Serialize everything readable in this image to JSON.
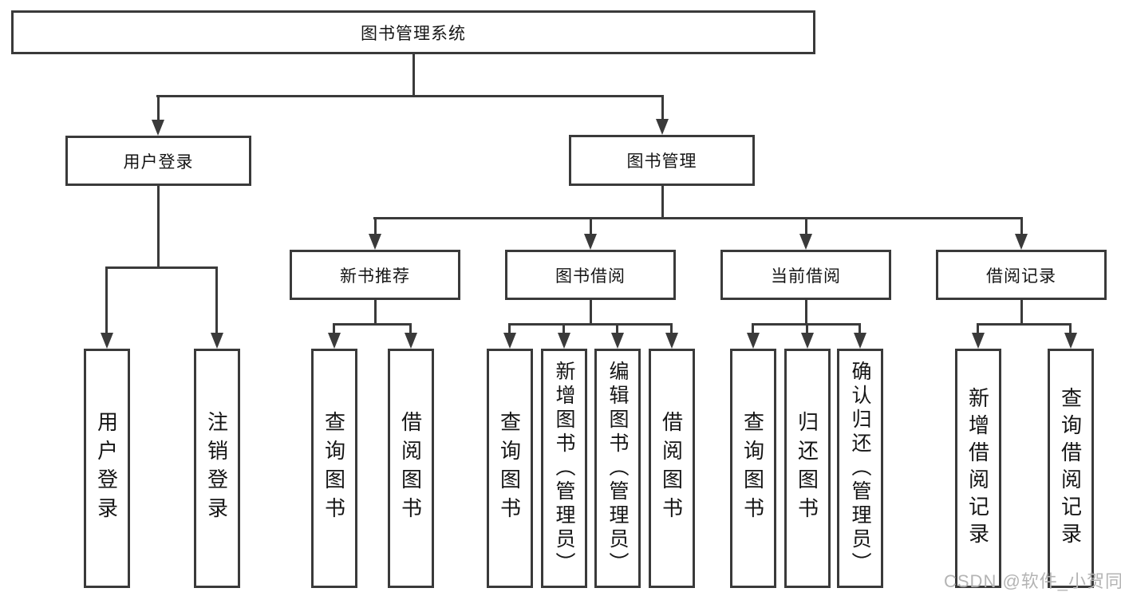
{
  "diagram": {
    "root": {
      "label": "图书管理系统"
    },
    "user_branch": {
      "label": "用户登录",
      "leaves": [
        {
          "label": "用户登录"
        },
        {
          "label": "注销登录"
        }
      ]
    },
    "book_branch": {
      "label": "图书管理",
      "groups": [
        {
          "label": "新书推荐",
          "leaves": [
            {
              "label": "查询图书"
            },
            {
              "label": "借阅图书"
            }
          ]
        },
        {
          "label": "图书借阅",
          "leaves": [
            {
              "label": "查询图书"
            },
            {
              "label": "新增图书（管理员）"
            },
            {
              "label": "编辑图书（管理员）"
            },
            {
              "label": "借阅图书"
            }
          ]
        },
        {
          "label": "当前借阅",
          "leaves": [
            {
              "label": "查询图书"
            },
            {
              "label": "归还图书"
            },
            {
              "label": "确认归还（管理员）"
            }
          ]
        },
        {
          "label": "借阅记录",
          "leaves": [
            {
              "label": "新增借阅记录"
            },
            {
              "label": "查询借阅记录"
            }
          ]
        }
      ]
    }
  },
  "watermark": {
    "text": "CSDN @软件_小贺同学"
  },
  "colors": {
    "line": "#3a3a3a",
    "text": "#151515",
    "watermark": "#b4b4b4",
    "background": "#ffffff"
  }
}
